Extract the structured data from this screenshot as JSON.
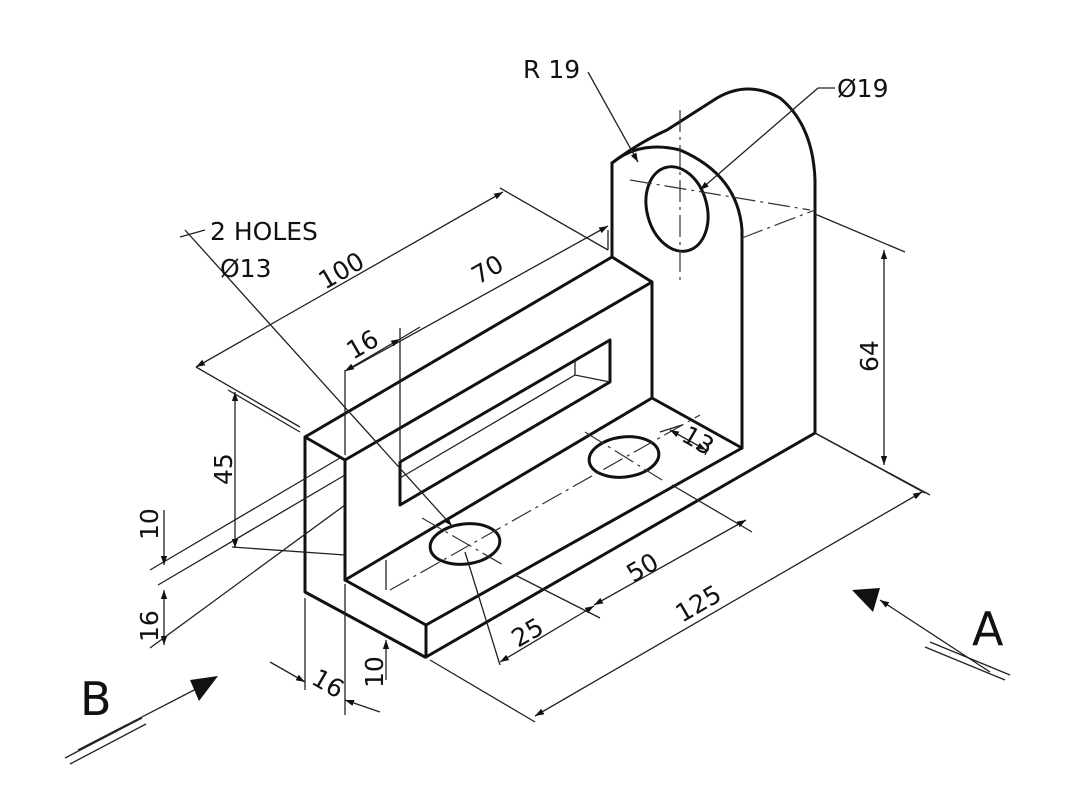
{
  "notes": {
    "holes_line1": "2 HOLES",
    "holes_line2": "Ø13",
    "radius": "R 19",
    "boss_hole": "Ø19"
  },
  "dimensions": {
    "d100": "100",
    "d70": "70",
    "d16_top": "16",
    "d45": "45",
    "d10_left": "10",
    "d16_left": "16",
    "d16_bottom": "16",
    "d10_bottom": "10",
    "d64": "64",
    "d13": "13",
    "d50": "50",
    "d25": "25",
    "d125": "125"
  },
  "views": {
    "a": "A",
    "b": "B"
  }
}
